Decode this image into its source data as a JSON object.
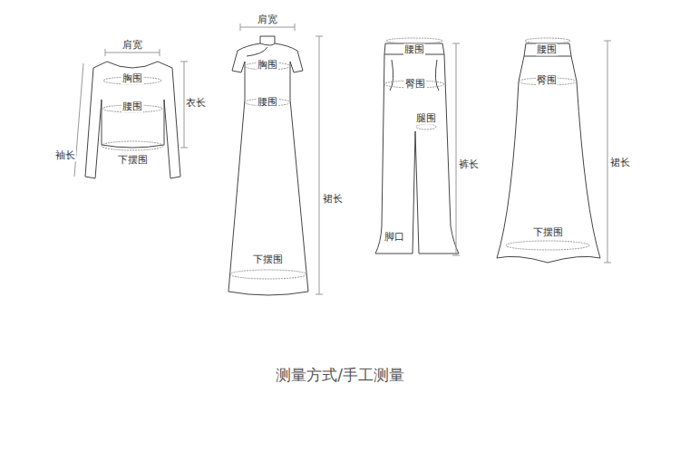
{
  "diagram": {
    "caption": "测量方式/手工测量",
    "labels": [
      "肩宽",
      "胸围",
      "腰围",
      "衣长",
      "袖长",
      "下摆围",
      "肩宽",
      "胸围",
      "腰围",
      "裙长",
      "下摆围",
      "腰围",
      "臀围",
      "腿围",
      "裤长",
      "脚口",
      "腰围",
      "臀围",
      "裙长",
      "下摆围"
    ]
  }
}
